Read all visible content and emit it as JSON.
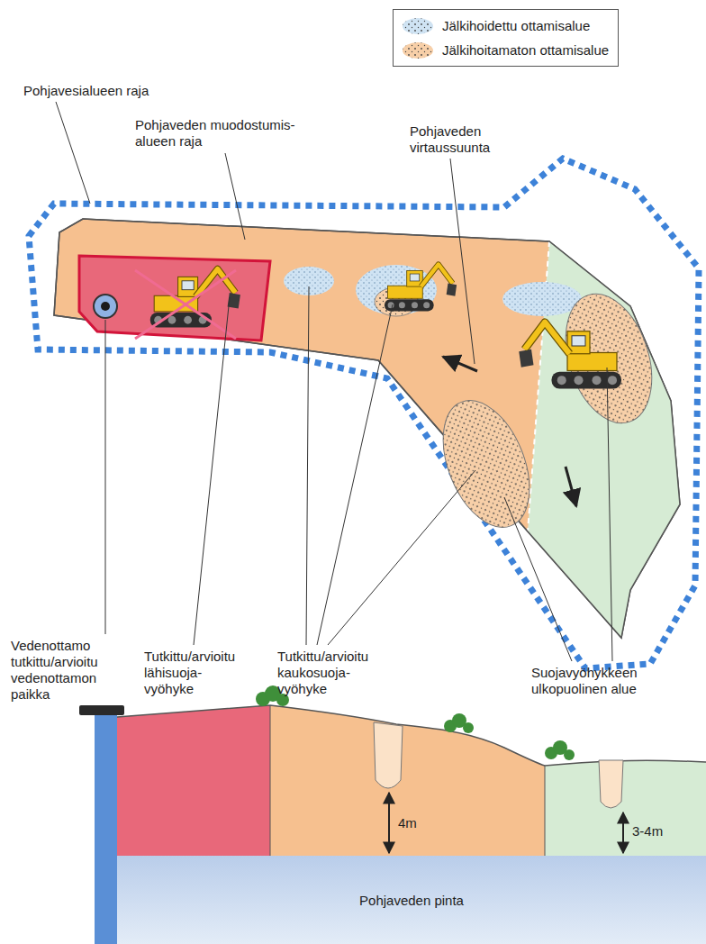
{
  "diagram": {
    "nodes": [
      {
        "text": [
          "Pohjaveden pinta"
        ]
      }
    ],
    "labels": [
      "Pohjavesialueen raja",
      "Pohjaveden muodostumis- alueen raja",
      "Pohjaveden virtaussuunta",
      "Vedenottamo tutkittu/arvioitu vedenottamon paikka",
      "Tutkittu/arvioitu lähisuoja- vyöhyke",
      "Tutkittu/arvioitu kaukosuoja- vyöhyke",
      "Suojavyöhykkeen ulkopuolinen alue",
      "4m",
      "3-4m"
    ],
    "legend": [
      {
        "text": "Jälkihoidettu ottamisalue",
        "color": "#cfe3f3"
      },
      {
        "text": "Jälkihoitamaton ottamisalue",
        "color": "#f7cfa8"
      }
    ]
  }
}
